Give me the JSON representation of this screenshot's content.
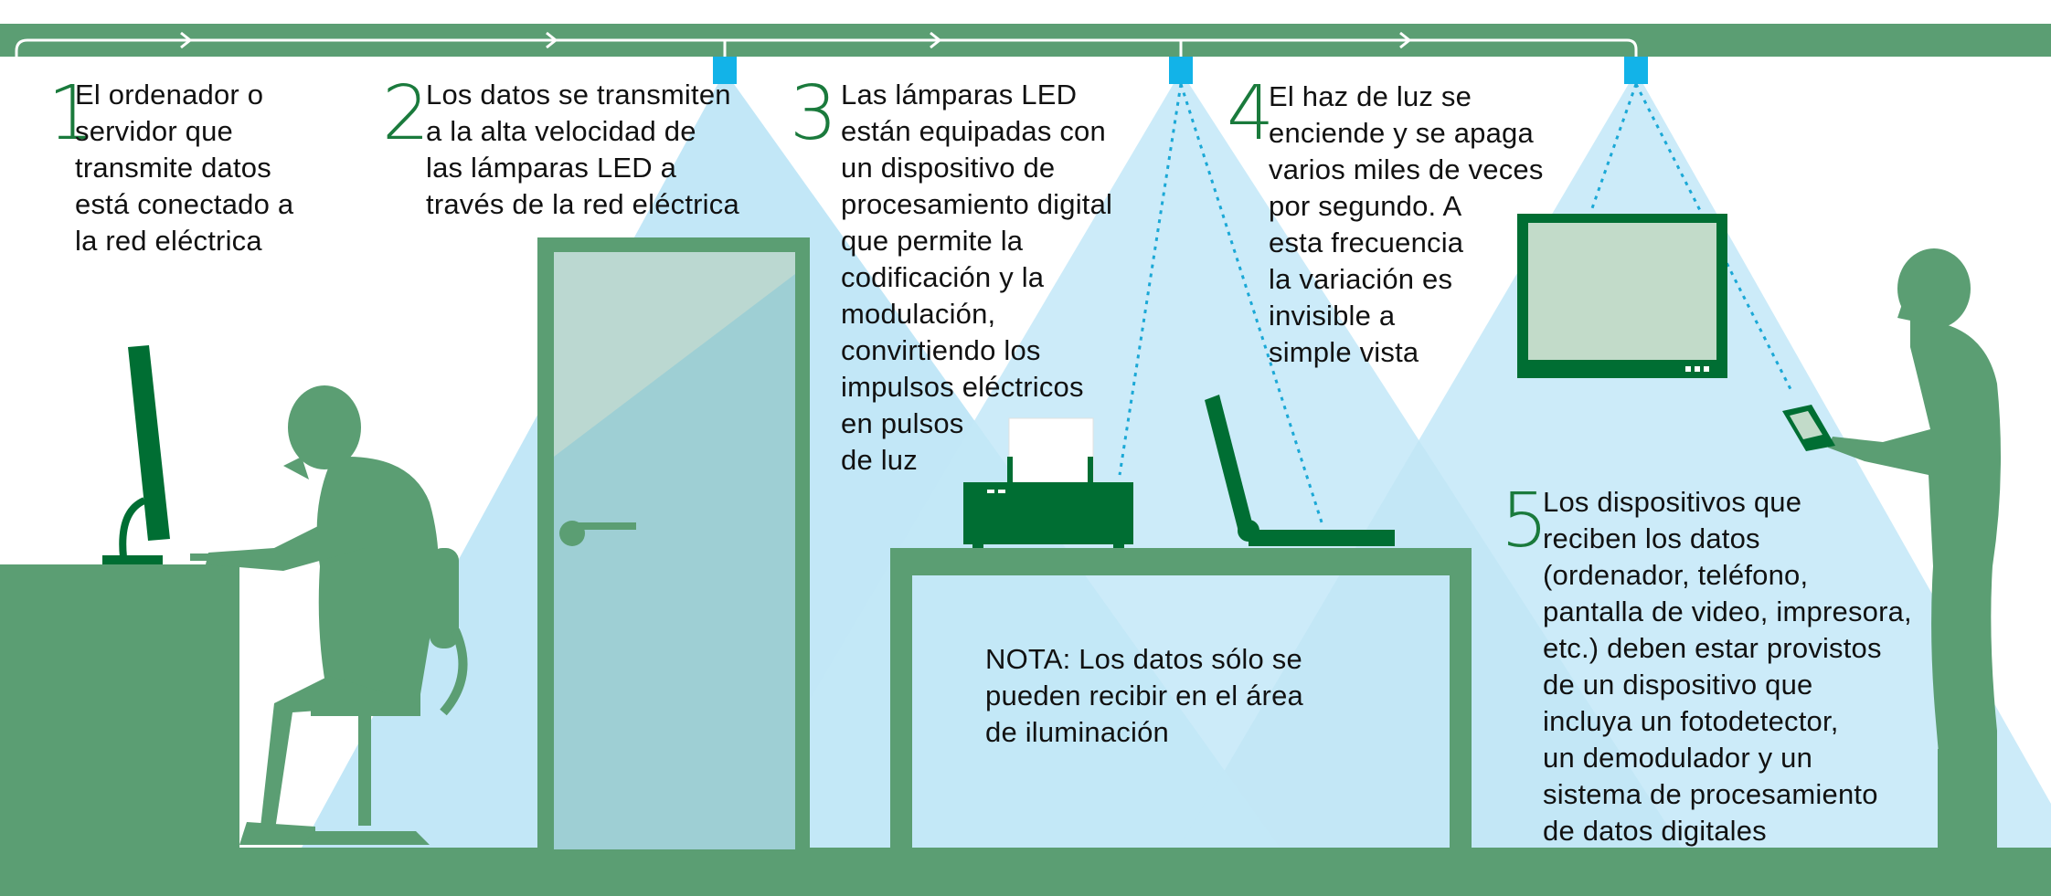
{
  "colors": {
    "green": "#5b9e73",
    "dark_green": "#006e33",
    "number_green": "#1a7a3c",
    "light_beam": "#bfe6f7",
    "lamp_blue": "#12b3e8",
    "screen_fill": "#c2dbc9",
    "dotted_line": "#1ba8d6"
  },
  "steps": [
    {
      "number": "1",
      "text": "El ordenador o\nservidor que\ntransmite datos\nestá conectado a\nla red eléctrica"
    },
    {
      "number": "2",
      "text": "Los datos se transmiten\na la alta velocidad de\nlas lámparas LED a\ntravés de la red eléctrica"
    },
    {
      "number": "3",
      "text": "Las lámparas LED\nestán equipadas con\nun dispositivo de\nprocesamiento digital\nque permite la\ncodificación y la\nmodulación,\nconvirtiendo los\nimpulsos eléctricos\nen pulsos\nde luz"
    },
    {
      "number": "4",
      "text": "El haz de luz se\nenciende y se apaga\nvarios miles de veces\npor segundo. A\nesta frecuencia\nla variación es\ninvisible a\nsimple vista"
    },
    {
      "number": "5",
      "text": "Los dispositivos que\nreciben los datos\n(ordenador, teléfono,\npantalla de video, impresora,\netc.) deben estar provistos\nde un dispositivo que\nincluya un fotodetector,\nun demodulador y un\nsistema de procesamiento\nde datos digitales"
    }
  ],
  "note": "NOTA: Los datos sólo se\npueden recibir en el área\nde iluminación"
}
